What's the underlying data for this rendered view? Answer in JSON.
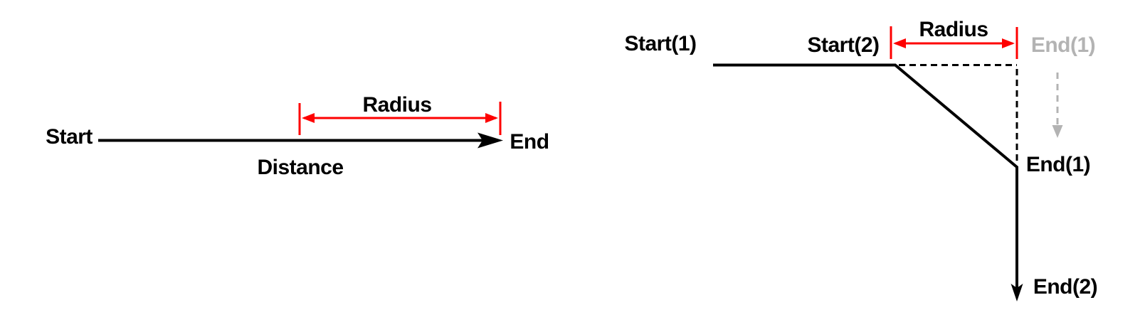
{
  "colors": {
    "line": "#000000",
    "accent_red": "#fe0000",
    "muted_gray": "#b3b3b3",
    "background": "#ffffff"
  },
  "left_diagram": {
    "start_label": "Start",
    "end_label": "End",
    "distance_label": "Distance",
    "radius_label": "Radius"
  },
  "right_diagram": {
    "start1_label": "Start(1)",
    "start2_label": "Start(2)",
    "radius_label": "Radius",
    "end1_ghost_label": "End(1)",
    "end1_label": "End(1)",
    "end2_label": "End(2)"
  }
}
